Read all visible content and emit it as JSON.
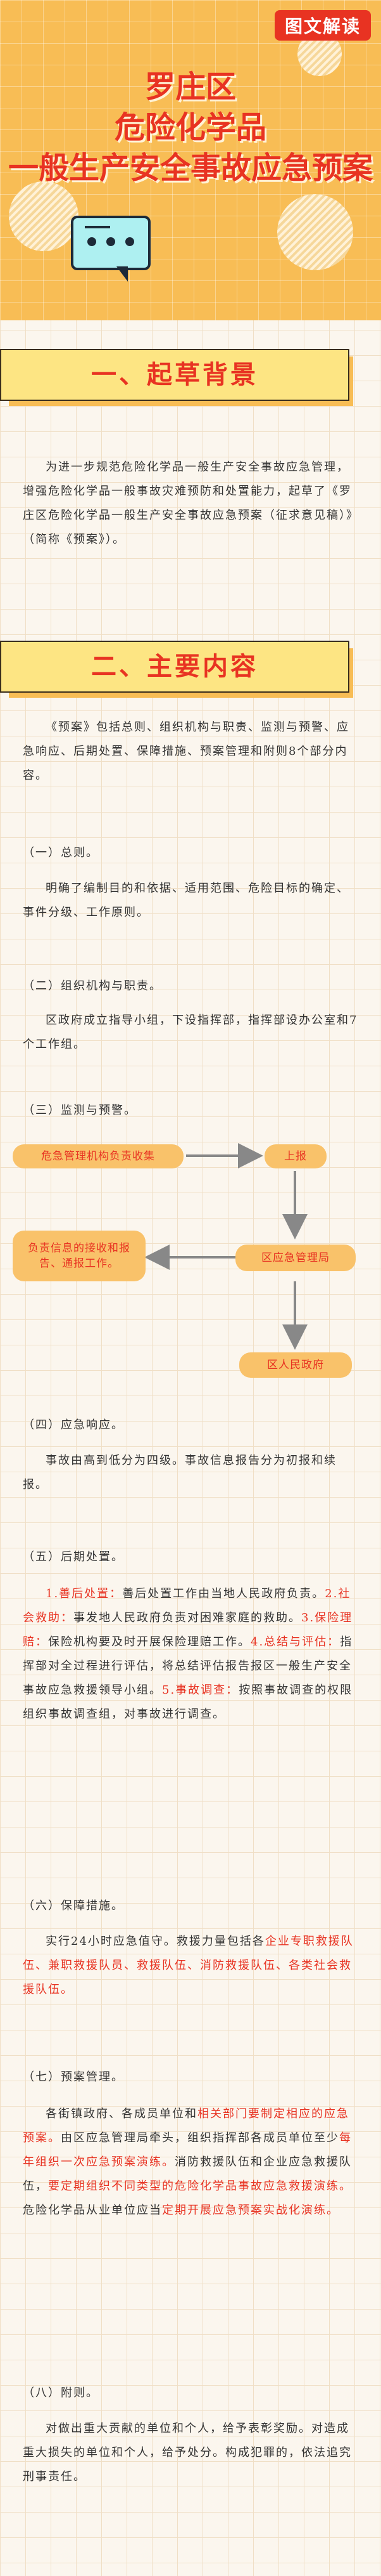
{
  "badge": "图文解读",
  "hero": {
    "title_lines": [
      "罗庄区",
      "危险化学品",
      "一般生产安全事故应急预案"
    ]
  },
  "sections": [
    {
      "title": "一、起草背景"
    },
    {
      "title": "二、主要内容"
    }
  ],
  "background": {
    "text": "为进一步规范危险化学品一般生产安全事故应急管理，增强危险化学品一般事故灾难预防和处置能力，起草了《罗庄区危险化学品一般生产安全事故应急预案（征求意见稿）》（简称《预案》）。"
  },
  "content": {
    "intro": "《预案》包括总则、组织机构与职责、监测与预警、应急响应、后期处置、保障措施、预案管理和附则8个部分内容。",
    "s1_label": "（一）总则。",
    "s1_text": "明确了编制目的和依据、适用范围、危险目标的确定、事件分级、工作原则。",
    "s2_label": "（二）组织机构与职责。",
    "s2_text": "区政府成立指导小组，下设指挥部，指挥部设办公室和7个工作组。",
    "s3_label": "（三）监测与预警。",
    "flow": {
      "n1": "危急管理机构负责收集",
      "n2": "上报",
      "n3": "区应急管理局",
      "n4": "区人民政府",
      "n5": "负责信息的接收和报告、通报工作。"
    },
    "s4_label": "（四）应急响应。",
    "s4_text": "事故由高到低分为四级。事故信息报告分为初报和续报。",
    "s5_label": "（五）后期处置。",
    "s5_parts": [
      {
        "t": "1.善后处置：",
        "r": true
      },
      {
        "t": "善后处置工作由当地人民政府负责。",
        "r": false
      },
      {
        "t": "2.社会救助：",
        "r": true
      },
      {
        "t": "事发地人民政府负责对困难家庭的救助。",
        "r": false
      },
      {
        "t": "3.保险理赔：",
        "r": true
      },
      {
        "t": "保险机构要及时开展保险理赔工作。",
        "r": false
      },
      {
        "t": "4.总结与评估：",
        "r": true
      },
      {
        "t": "指挥部对全过程进行评估，将总结评估报告报区一般生产安全事故应急救援领导小组。",
        "r": false
      },
      {
        "t": "5.事故调查：",
        "r": true
      },
      {
        "t": "按照事故调查的权限组织事故调查组，对事故进行调查。",
        "r": false
      }
    ],
    "s6_label": "（六）保障措施。",
    "s6_parts": [
      {
        "t": "实行24小时应急值守。救援力量包括各",
        "r": false
      },
      {
        "t": "企业专职救援队伍、兼职救援队员、救援队伍、消防救援队伍、各类社会救援队伍。",
        "r": true
      }
    ],
    "s7_label": "（七）预案管理。",
    "s7_parts": [
      {
        "t": "各街镇政府、各成员单位和",
        "r": false
      },
      {
        "t": "相关部门要制定相应的应急预案。",
        "r": true
      },
      {
        "t": "由区应急管理局牵头，组织指挥部各成员单位至少",
        "r": false
      },
      {
        "t": "每年组织一次应急预案演练。",
        "r": true
      },
      {
        "t": "消防救援队伍和企业应急救援队伍，",
        "r": false
      },
      {
        "t": "要定期组织不同类型的危险化学品事故应急救援演练。",
        "r": true
      },
      {
        "t": "危险化学品从业单位应当",
        "r": false
      },
      {
        "t": "定期开展应急预案实战化演练。",
        "r": true
      }
    ],
    "s8_label": "（八）附则。",
    "s8_text": "对做出重大贡献的单位和个人，给予表彰奖励。对造成重大损失的单位和个人，给予处分。构成犯罪的，依法追究刑事责任。"
  }
}
